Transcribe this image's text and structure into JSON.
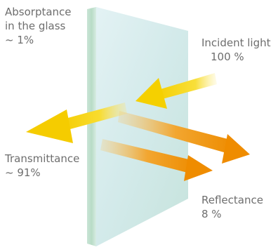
{
  "labels": {
    "absorptance": {
      "title_line1": "Absorptance",
      "title_line2": "in the glass",
      "value": "~ 1%"
    },
    "incident": {
      "title": "Incident light",
      "value": "100 %"
    },
    "transmittance": {
      "title": "Transmittance",
      "value": "~ 91%"
    },
    "reflectance": {
      "title": "Reflectance",
      "value": "8 %"
    }
  },
  "colors": {
    "text": "#6e6e6e",
    "arrow_yellow": "#f7d511",
    "arrow_orange": "#f08c00",
    "glass_face": "#cfe8e7",
    "glass_edge": "#b5d8c8"
  }
}
